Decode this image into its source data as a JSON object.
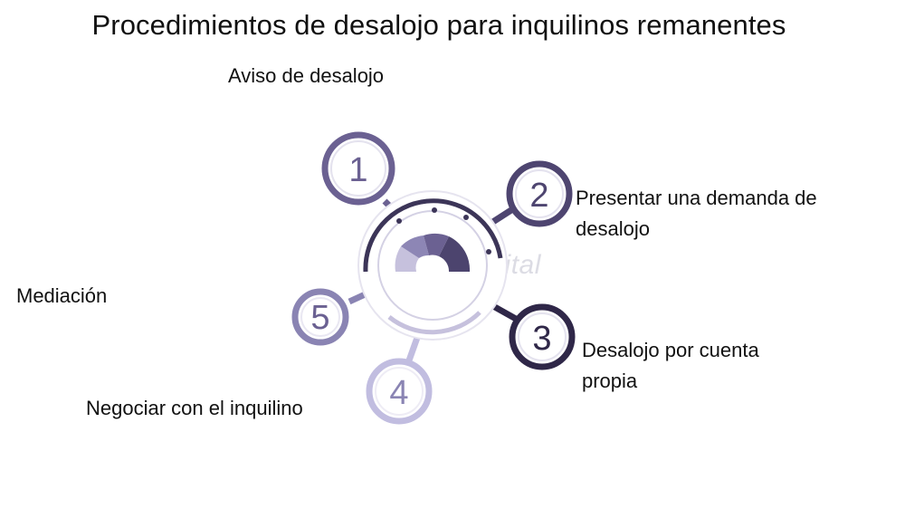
{
  "title": "Procedimientos de desalojo para inquilinos remanentes",
  "watermark": "FasterCapital",
  "colors": {
    "step1": "#6b6192",
    "step2": "#4e4570",
    "step3": "#2f2748",
    "step4": "#c1bde0",
    "step5": "#8a84b3",
    "hub": "#3c3558",
    "gauge_light": "#c6c1dd",
    "gauge_mid": "#8d86b5",
    "gauge_dark": "#4c446e"
  },
  "steps": [
    {
      "number": "1",
      "label": "Aviso de desalojo"
    },
    {
      "number": "2",
      "label": "Presentar una demanda de desalojo"
    },
    {
      "number": "3",
      "label": "Desalojo por cuenta propia"
    },
    {
      "number": "4",
      "label": "Negociar con el inquilino"
    },
    {
      "number": "5",
      "label": "Mediación"
    }
  ]
}
